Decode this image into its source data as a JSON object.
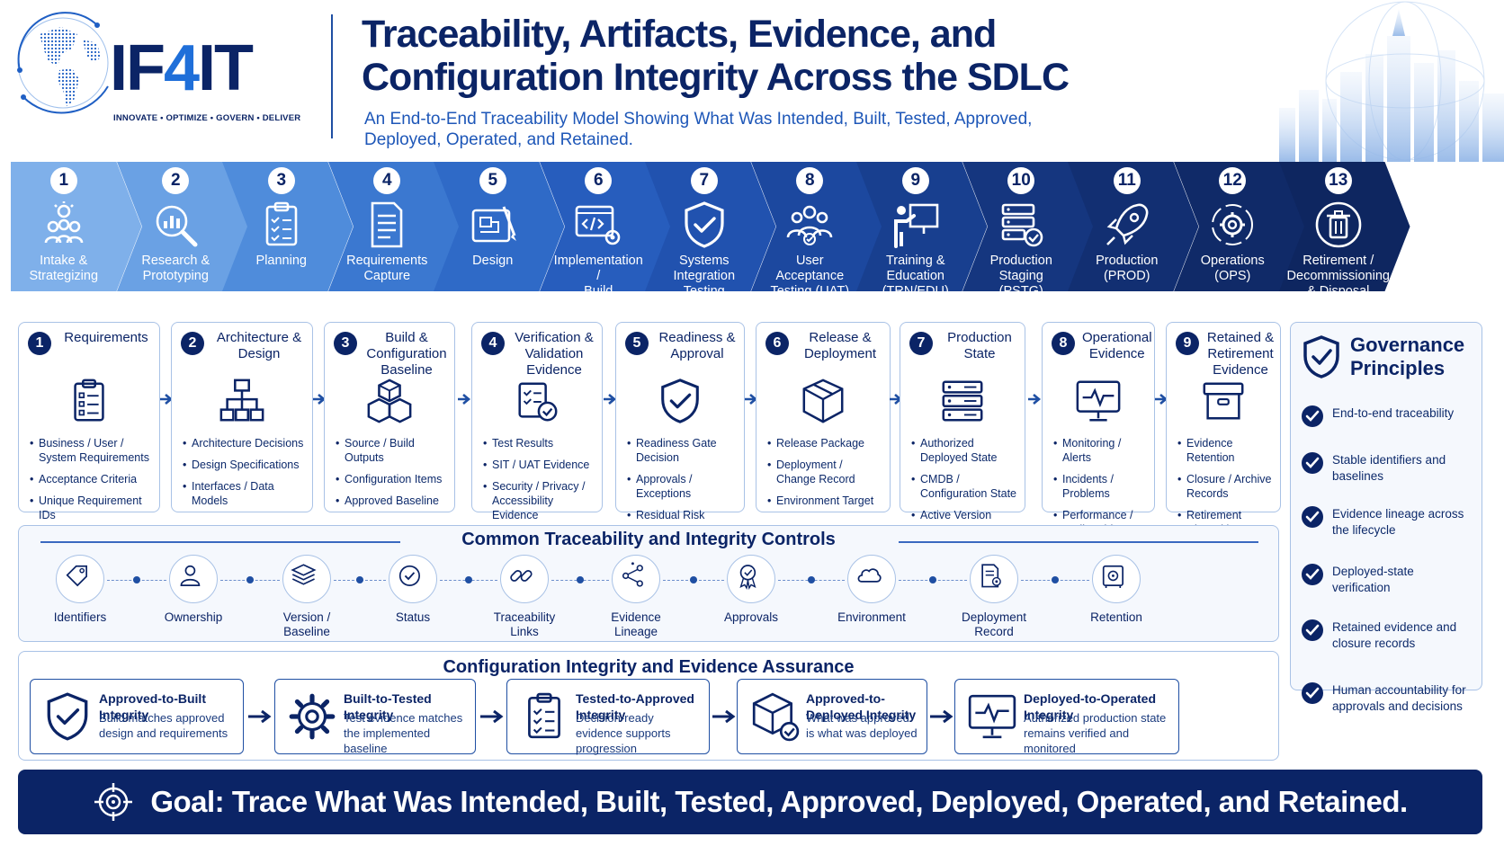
{
  "brand": {
    "logo_prefix": "IF",
    "logo_four": "4",
    "logo_suffix": "IT",
    "tagline": "INNOVATE • OPTIMIZE • GOVERN • DELIVER"
  },
  "header": {
    "title_line1": "Traceability, Artifacts, Evidence, and",
    "title_line2": "Configuration Integrity Across the SDLC",
    "subtitle": "An End-to-End Traceability Model Showing What Was Intended, Built, Tested, Approved, Deployed, Operated, and Retained."
  },
  "colors": {
    "navy": "#0b2466",
    "accent": "#1f6fd9",
    "border": "#a9c2e6",
    "panel": "#f5f8fd",
    "phase_gradient": [
      "#7fb0ea",
      "#6aa1e4",
      "#4f8cdb",
      "#3b78d0",
      "#2f6ac7",
      "#275dbd",
      "#2152af",
      "#1c489f",
      "#183f8f",
      "#15367f",
      "#122f72",
      "#102a68",
      "#0e2660"
    ]
  },
  "phases": [
    {
      "num": "1",
      "label": "Intake &\nStrategizing",
      "icon": "idea-team-icon"
    },
    {
      "num": "2",
      "label": "Research &\nPrototyping",
      "icon": "magnifier-chart-icon"
    },
    {
      "num": "3",
      "label": "Planning",
      "icon": "clipboard-checklist-icon"
    },
    {
      "num": "4",
      "label": "Requirements\nCapture",
      "icon": "document-lines-icon"
    },
    {
      "num": "5",
      "label": "Design",
      "icon": "blueprint-icon"
    },
    {
      "num": "6",
      "label": "Implementation /\nBuild",
      "icon": "code-gear-icon"
    },
    {
      "num": "7",
      "label": "Systems\nIntegration Testing\n(SIT)",
      "icon": "shield-check-icon"
    },
    {
      "num": "8",
      "label": "User Acceptance\nTesting (UAT)",
      "icon": "users-check-icon"
    },
    {
      "num": "9",
      "label": "Training &\nEducation\n(TRN/EDU)",
      "icon": "trainer-board-icon"
    },
    {
      "num": "10",
      "label": "Production\nStaging\n(PSTG)",
      "icon": "server-check-icon"
    },
    {
      "num": "11",
      "label": "Production\n(PROD)",
      "icon": "rocket-icon"
    },
    {
      "num": "12",
      "label": "Operations\n(OPS)",
      "icon": "gear-cycle-icon"
    },
    {
      "num": "13",
      "label": "Retirement /\nDecommissioning\n& Disposal",
      "icon": "trash-icon"
    }
  ],
  "cards": [
    {
      "num": "1",
      "title": "Requirements",
      "icon": "checklist-doc-icon",
      "items": [
        "Business / User / System Requirements",
        "Acceptance Criteria",
        "Unique Requirement IDs"
      ]
    },
    {
      "num": "2",
      "title": "Architecture & Design",
      "icon": "hierarchy-icon",
      "items": [
        "Architecture Decisions",
        "Design Specifications",
        "Interfaces / Data Models"
      ]
    },
    {
      "num": "3",
      "title": "Build & Configuration Baseline",
      "icon": "cubes-icon",
      "items": [
        "Source / Build Outputs",
        "Configuration Items",
        "Approved Baseline"
      ]
    },
    {
      "num": "4",
      "title": "Verification & Validation Evidence",
      "icon": "checklist-check-icon",
      "items": [
        "Test Results",
        "SIT / UAT Evidence",
        "Security / Privacy / Accessibility Evidence"
      ]
    },
    {
      "num": "5",
      "title": "Readiness & Approval",
      "icon": "shield-check-icon",
      "items": [
        "Readiness Gate Decision",
        "Approvals / Exceptions",
        "Residual Risk Status"
      ]
    },
    {
      "num": "6",
      "title": "Release & Deployment",
      "icon": "package-icon",
      "items": [
        "Release Package",
        "Deployment / Change Record",
        "Environment Target"
      ]
    },
    {
      "num": "7",
      "title": "Production State",
      "icon": "server-stack-icon",
      "items": [
        "Authorized Deployed State",
        "CMDB / Configuration State",
        "Active Version"
      ]
    },
    {
      "num": "8",
      "title": "Operational Evidence",
      "icon": "monitor-pulse-icon",
      "items": [
        "Monitoring / Alerts",
        "Incidents / Problems",
        "Performance / Audit Evidence"
      ]
    },
    {
      "num": "9",
      "title": "Retained & Retirement Evidence",
      "icon": "archive-box-icon",
      "items": [
        "Evidence Retention",
        "Closure / Archive Records",
        "Retirement Disposition"
      ]
    }
  ],
  "governance": {
    "title": "Governance Principles",
    "icon": "shield-check-icon",
    "items": [
      "End-to-end traceability",
      "Stable identifiers and baselines",
      "Evidence lineage across the lifecycle",
      "Deployed-state verification",
      "Retained evidence and closure records",
      "Human accountability for approvals and decisions"
    ]
  },
  "controls": {
    "title": "Common Traceability and Integrity Controls",
    "items": [
      {
        "label": "Identifiers",
        "icon": "tag-icon"
      },
      {
        "label": "Ownership",
        "icon": "user-icon"
      },
      {
        "label": "Version /\nBaseline",
        "icon": "layers-icon"
      },
      {
        "label": "Status",
        "icon": "check-circle-icon"
      },
      {
        "label": "Traceability\nLinks",
        "icon": "link-icon"
      },
      {
        "label": "Evidence\nLineage",
        "icon": "share-nodes-icon"
      },
      {
        "label": "Approvals",
        "icon": "award-ribbon-icon"
      },
      {
        "label": "Environment",
        "icon": "cloud-icon"
      },
      {
        "label": "Deployment\nRecord",
        "icon": "record-doc-icon"
      },
      {
        "label": "Retention",
        "icon": "vault-icon"
      }
    ]
  },
  "integrity": {
    "title": "Configuration Integrity and Evidence Assurance",
    "items": [
      {
        "title": "Approved-to-Built Integrity",
        "desc": "Build matches approved design and requirements",
        "icon": "shield-check-icon"
      },
      {
        "title": "Built-to-Tested Integrity",
        "desc": "Test evidence matches the implemented baseline",
        "icon": "gear-icon"
      },
      {
        "title": "Tested-to-Approved Integrity",
        "desc": "Decision-ready evidence supports progression",
        "icon": "clipboard-checklist-icon"
      },
      {
        "title": "Approved-to-Deployed Integrity",
        "desc": "What was approved is what was deployed",
        "icon": "package-check-icon"
      },
      {
        "title": "Deployed-to-Operated Integrity",
        "desc": "Authorized production state remains verified and monitored",
        "icon": "monitor-pulse-icon"
      }
    ]
  },
  "goal": {
    "text": "Goal: Trace What Was Intended, Built, Tested, Approved, Deployed, Operated, and Retained.",
    "icon": "target-icon"
  }
}
